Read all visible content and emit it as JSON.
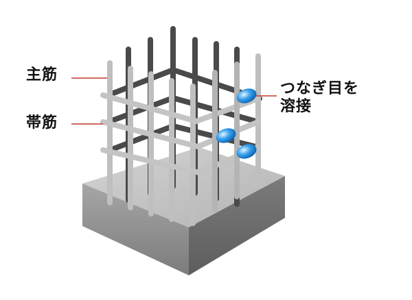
{
  "labels": {
    "main_rebar": "主筋",
    "hoop": "帯筋",
    "weld_line1": "つなぎ目を",
    "weld_line2": "溶接"
  },
  "colors": {
    "bar_dark": "#4a4a4c",
    "bar_light": "#bfbfbf",
    "base_top": "#c2c2c2",
    "base_left": "#8e8e8e",
    "base_right": "#6e6e6e",
    "leader_line": "#c0392b",
    "weld_blue": "#1e7fd4"
  },
  "icons": {
    "weld": "weld-blob-icon"
  }
}
